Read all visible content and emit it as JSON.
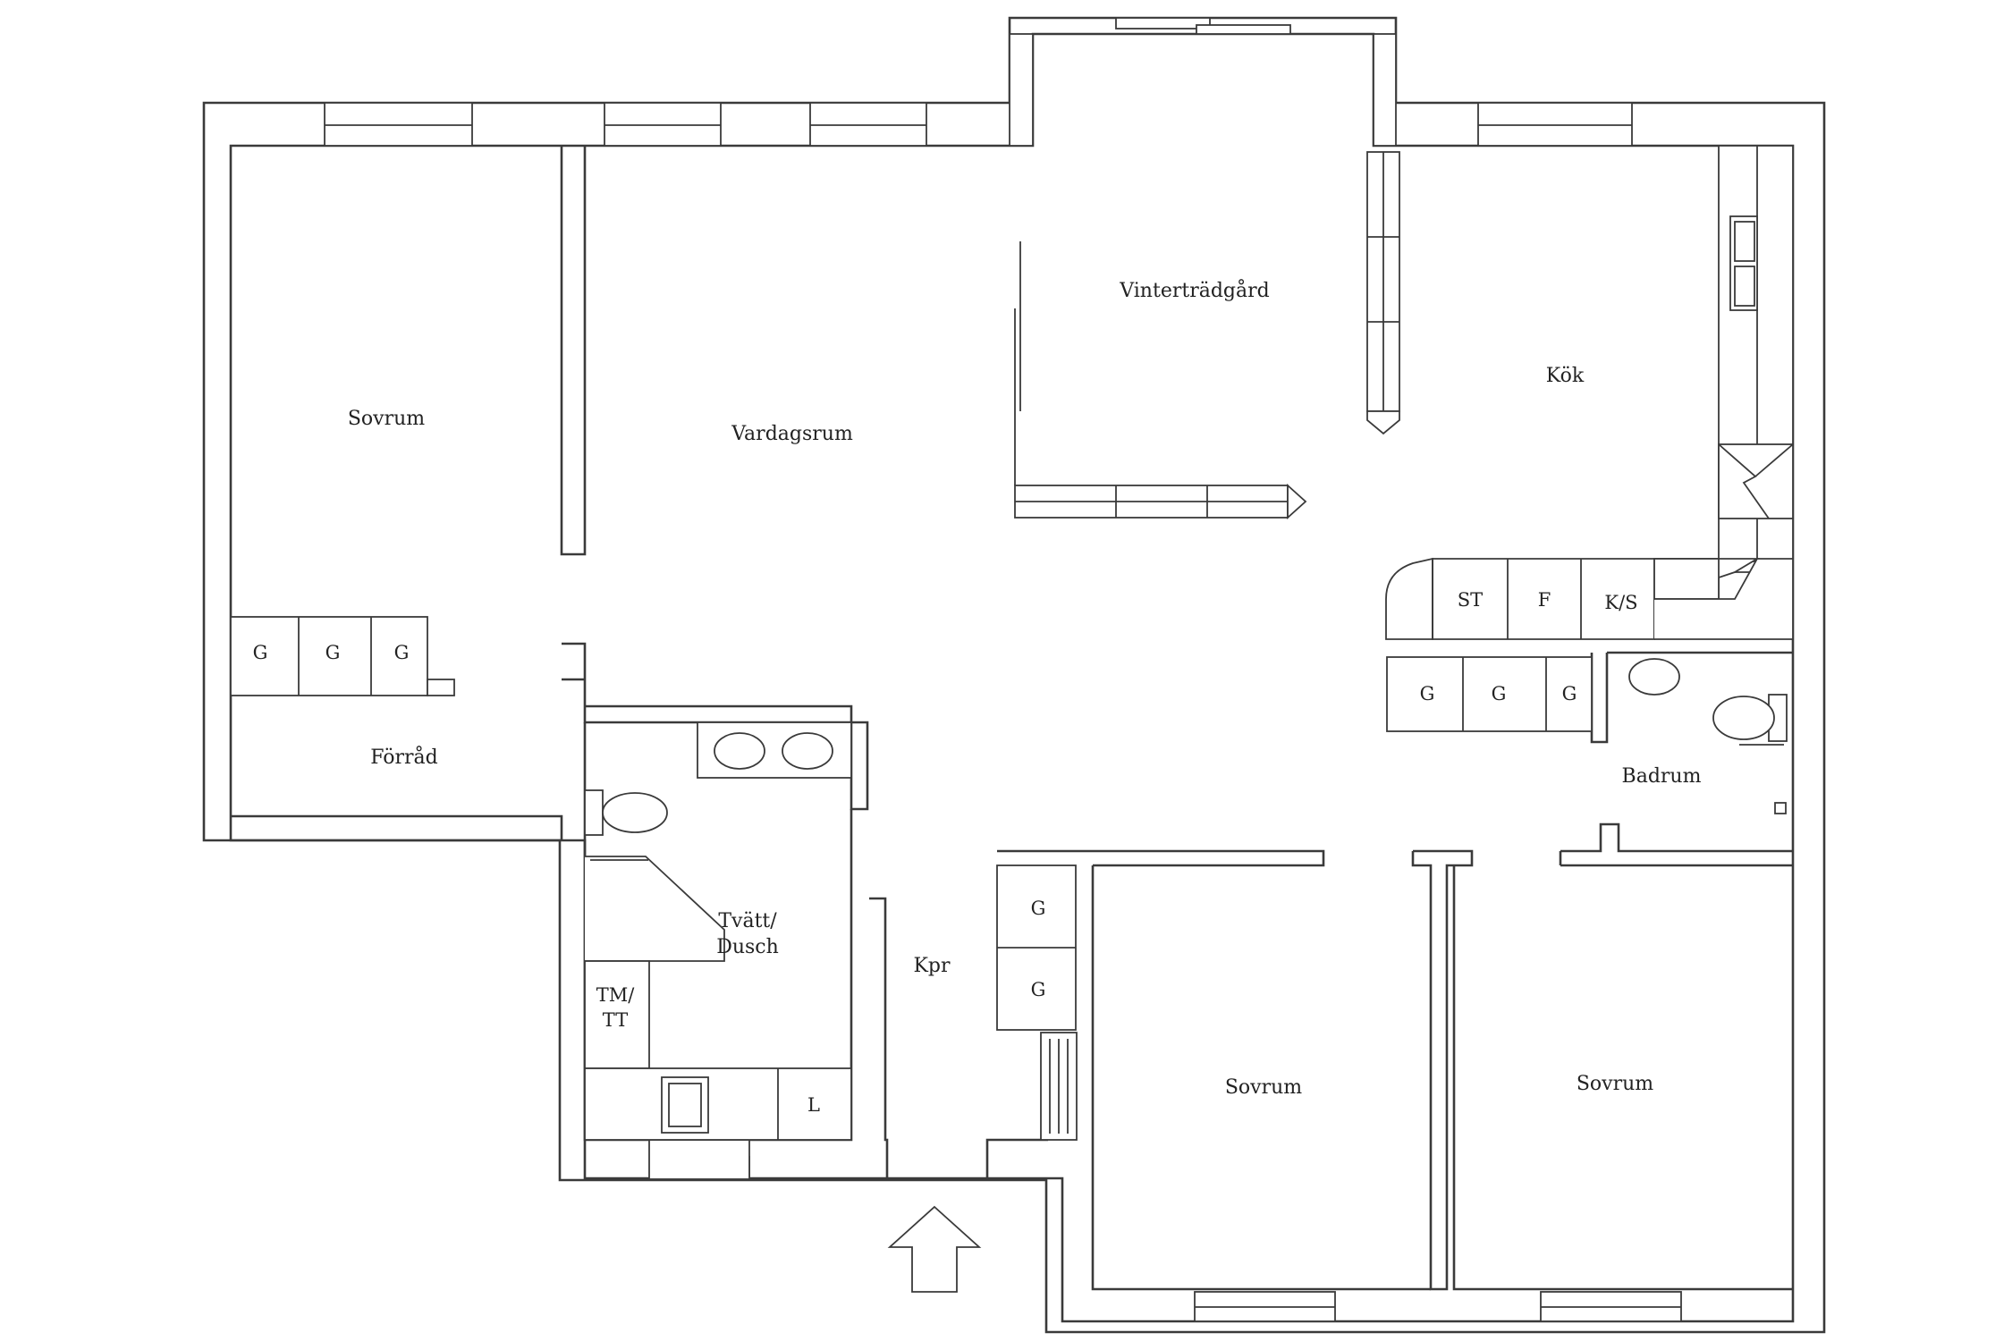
{
  "floorplan": {
    "rooms": {
      "sovrum_nw": "Sovrum",
      "vardagsrum": "Vardagsrum",
      "vinterradgard": "Vinterträdgård",
      "kok": "Kök",
      "forrad": "Förråd",
      "tvatt_line1": "Tvätt/",
      "tvatt_line2": "Dusch",
      "kpr": "Kpr",
      "badrum": "Badrum",
      "sovrum_s1": "Sovrum",
      "sovrum_s2": "Sovrum"
    },
    "fixtures": {
      "g": "G",
      "st": "ST",
      "f": "F",
      "ks": "K/S",
      "tmtt_line1": "TM/",
      "tmtt_line2": "TT",
      "l": "L"
    }
  }
}
